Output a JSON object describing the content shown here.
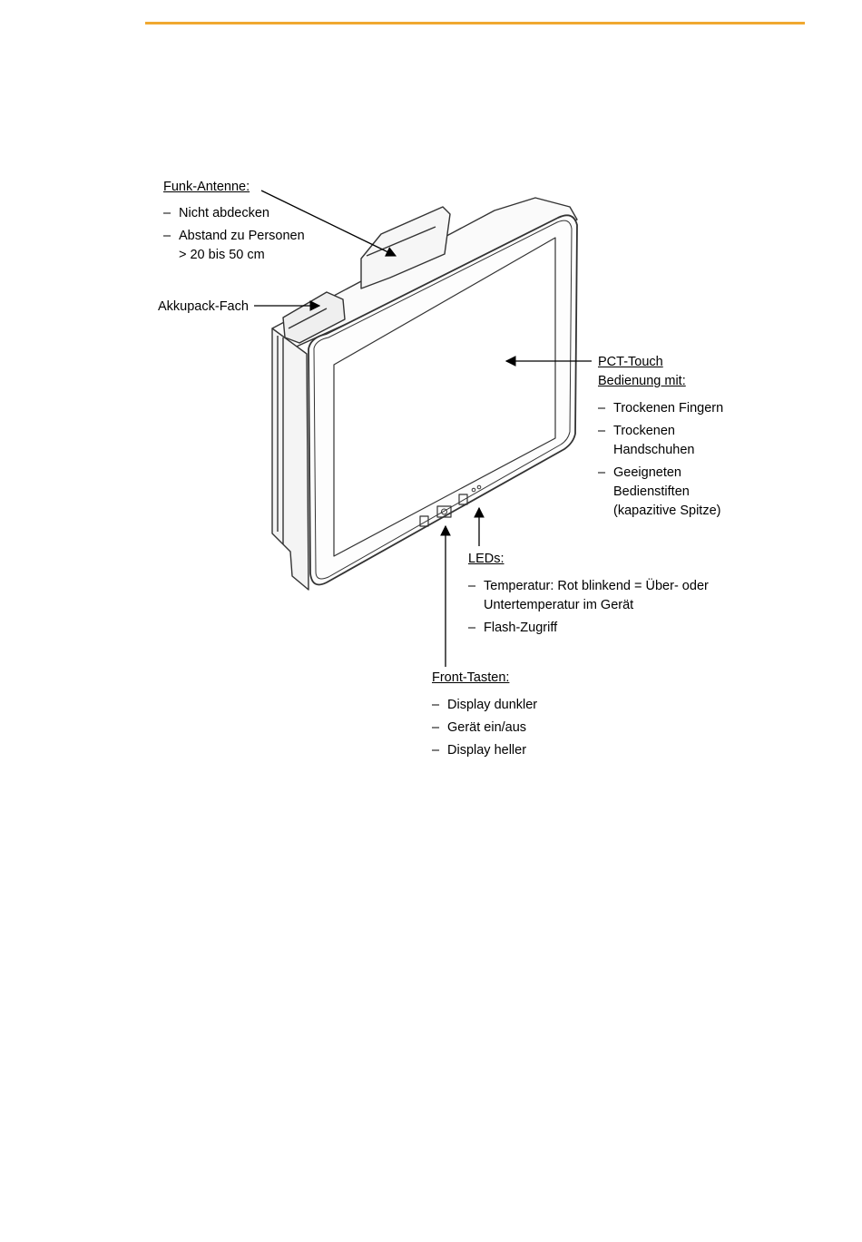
{
  "header": {
    "rule_color": "#f0a830"
  },
  "callouts": {
    "antenna": {
      "heading": "Funk-Antenne:",
      "items": [
        "Nicht abdecken",
        "Abstand  zu Personen\n> 20 bis 50 cm"
      ]
    },
    "battery": {
      "heading": "Akkupack-Fach"
    },
    "touch": {
      "heading_line1": "PCT-Touch",
      "heading_line2": "Bedienung  mit:",
      "items": [
        "Trockenen  Fingern",
        "Trockenen\nHandschuhen",
        "Geeigneten\nBedienstiften\n(kapazitive  Spitze)"
      ]
    },
    "leds": {
      "heading": "LEDs:",
      "items": [
        "Temperatur:  Rot  blinkend  =  Über-  oder\nUntertemperatur  im Gerät",
        "Flash-Zugriff"
      ]
    },
    "front_keys": {
      "heading": "Front-Tasten:",
      "items": [
        "Display dunkler",
        "Gerät ein/aus",
        "Display heller"
      ]
    }
  }
}
